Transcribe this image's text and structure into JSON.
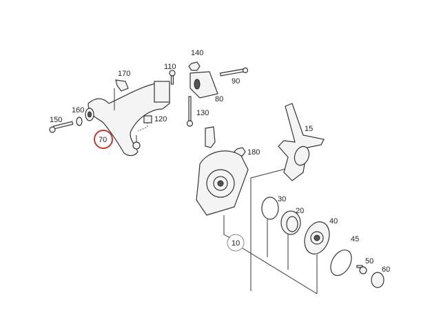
{
  "diagram": {
    "callouts": {
      "p140": "140",
      "p110": "110",
      "p170": "170",
      "p90": "90",
      "p80": "80",
      "p160": "160",
      "p150": "150",
      "p130": "130",
      "p120": "120",
      "p70": "70",
      "p15": "15",
      "p180": "180",
      "p30": "30",
      "p20": "20",
      "p40": "40",
      "p45": "45",
      "p50": "50",
      "p60": "60",
      "p10": "10"
    },
    "colors": {
      "highlight_circle": "#c0392b",
      "group_circle": "#888888"
    }
  }
}
